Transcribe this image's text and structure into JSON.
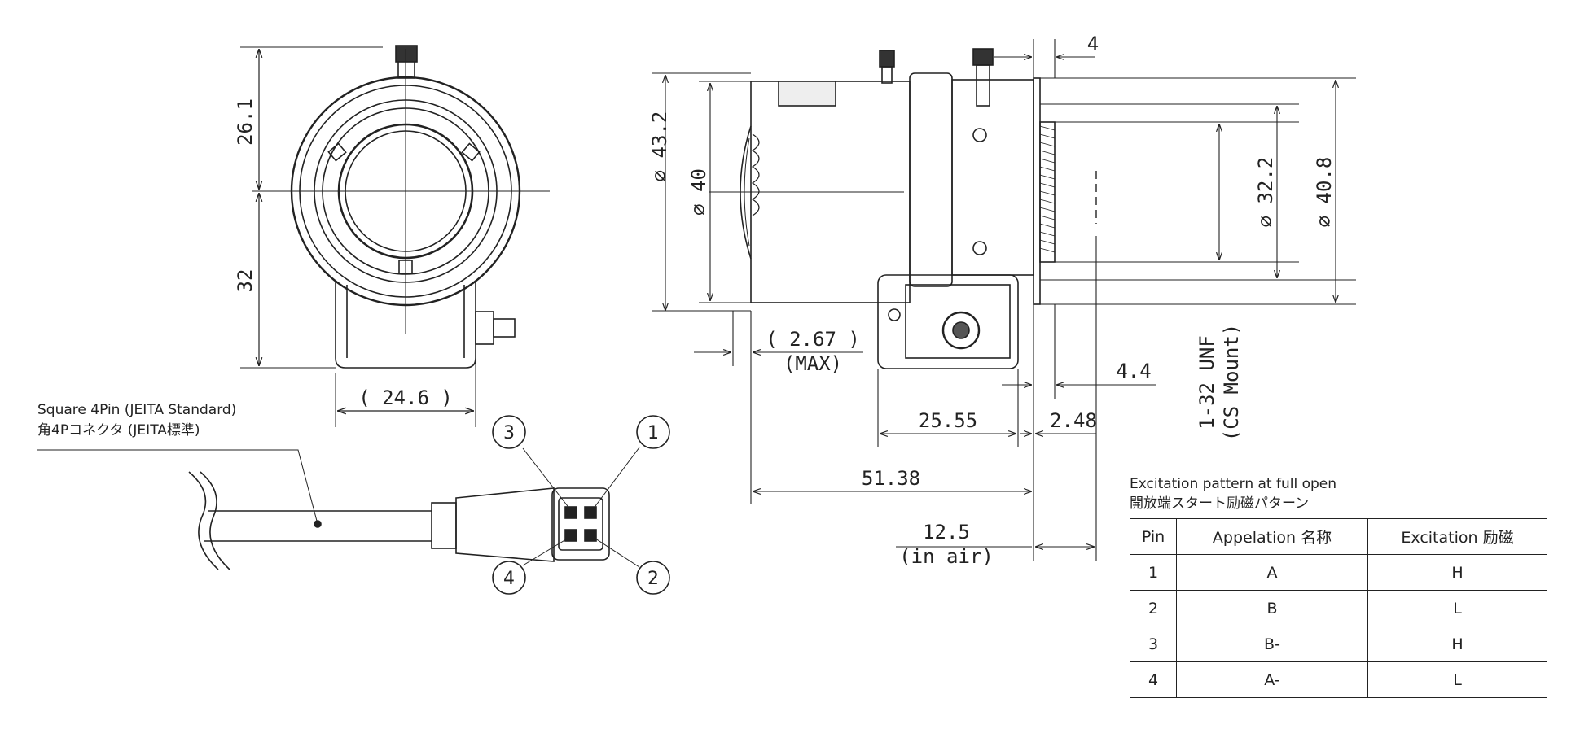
{
  "front_view": {
    "dims": {
      "upper_height": "26.1",
      "lower_height": "32",
      "body_width": "( 24.6 )"
    }
  },
  "connector": {
    "label_en": "Square 4Pin (JEITA Standard)",
    "label_jp": "角4Pコネクタ (JEITA標準)",
    "pins": [
      "1",
      "2",
      "3",
      "4"
    ]
  },
  "side_view": {
    "dims": {
      "outer_diameter": "43.2",
      "front_diameter": "40",
      "mount_inner_diameter": "32.2",
      "mount_outer_diameter": "40.8",
      "flange_gap": "4",
      "front_protrusion": "( 2.67 )",
      "front_protrusion_note": "(MAX)",
      "thread_depth": "4.4",
      "body_length": "25.55",
      "flange_thickness": "2.48",
      "total_length": "51.38",
      "back_focus": "12.5",
      "back_focus_note": "(in air)",
      "thread_spec": "1-32 UNF",
      "mount_type": "(CS Mount)"
    }
  },
  "excitation": {
    "caption_en": "Excitation pattern at full open",
    "caption_jp": "開放端スタート励磁パターン",
    "headers": [
      "Pin",
      "Appelation 名称",
      "Excitation 励磁"
    ],
    "rows": [
      [
        "1",
        "A",
        "H"
      ],
      [
        "2",
        "B",
        "L"
      ],
      [
        "3",
        "B-",
        "H"
      ],
      [
        "4",
        "A-",
        "L"
      ]
    ]
  }
}
